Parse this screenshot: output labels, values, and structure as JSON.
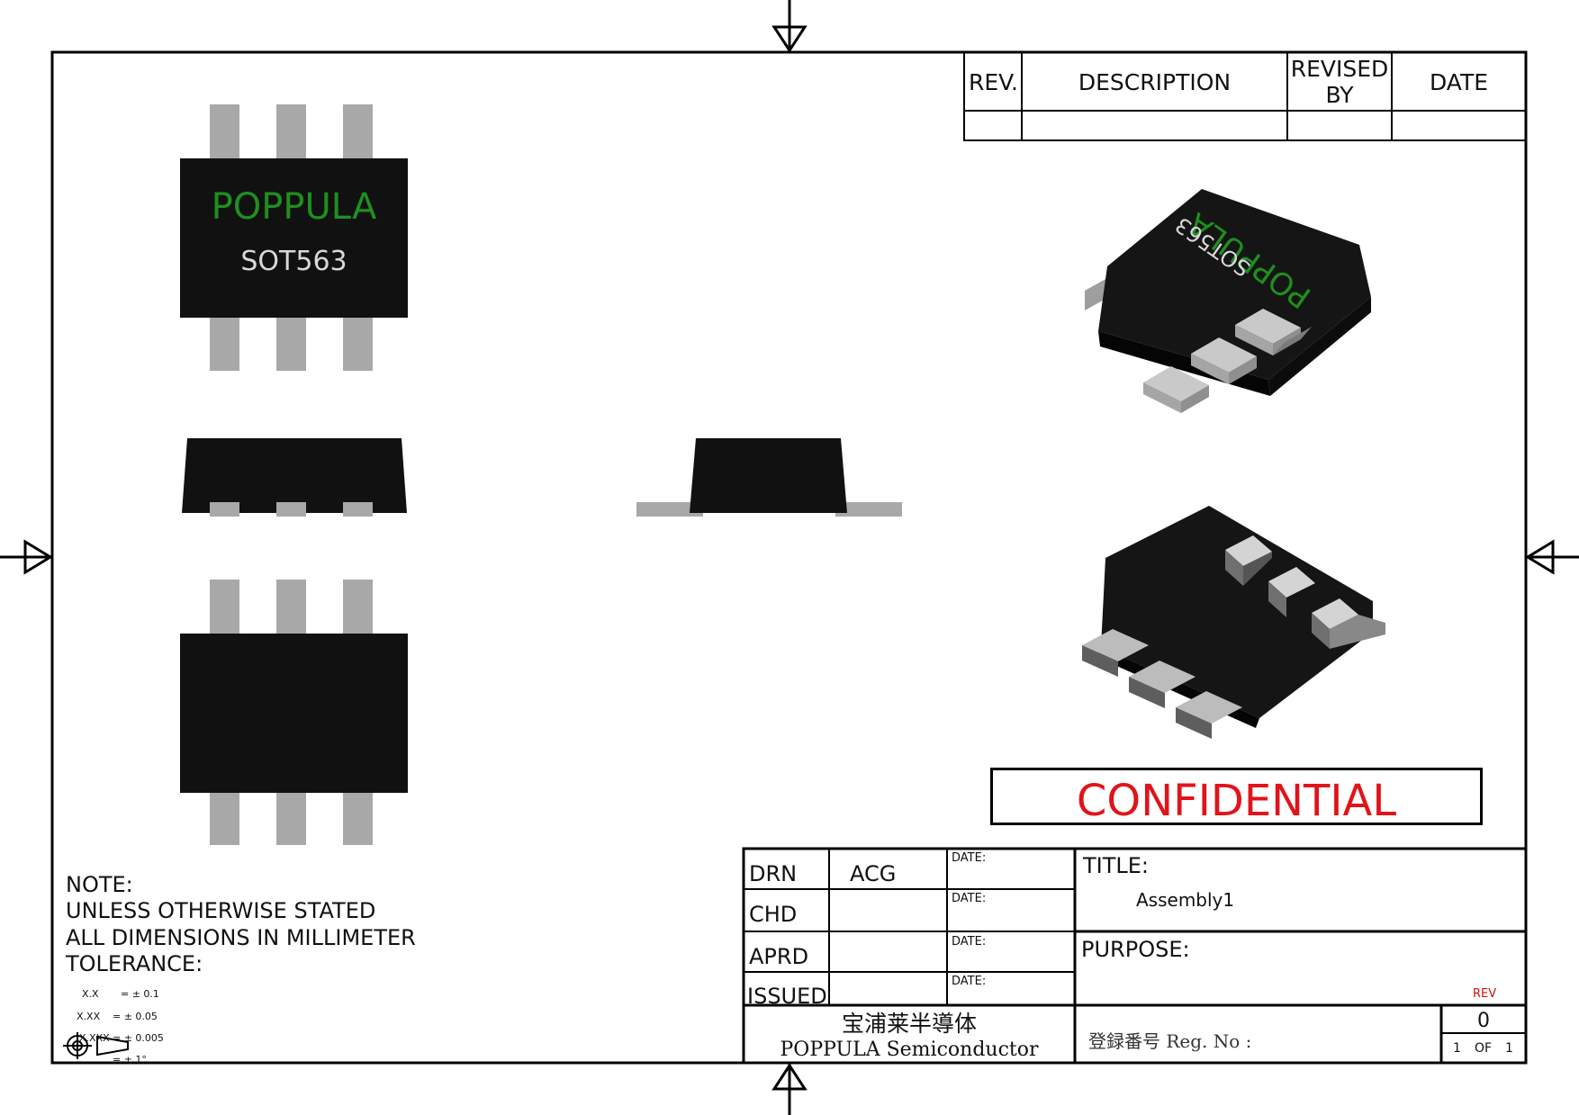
{
  "revision_table": {
    "rev_header": "REV.",
    "description_header": "DESCRIPTION",
    "revised_by_header_line1": "REVISED",
    "revised_by_header_line2": "BY",
    "date_header": "DATE"
  },
  "component": {
    "brand_marking": "POPPULA",
    "part_marking": "SOT563",
    "marking_brand_color": "#1f8f1f",
    "marking_part_color": "#d8d8d8",
    "body_color": "#111111",
    "lead_color": "#a8a8a8"
  },
  "confidential": {
    "label": "CONFIDENTIAL",
    "color": "#e0141a"
  },
  "notes": {
    "line1": "NOTE:",
    "line2": "UNLESS OTHERWISE STATED",
    "line3": "ALL DIMENSIONS IN MILLIMETER",
    "line4": "TOLERANCE:",
    "tol1_key": "X.X",
    "tol1_val": "= ± 0.1",
    "tol2_key": "X.XX",
    "tol2_val": "= ± 0.05",
    "tol3_key": "X.XXX",
    "tol3_val": "= ± 0.005",
    "tol4_val": "= ± 1°"
  },
  "title_block": {
    "drn_label": "DRN",
    "drn_value": "ACG",
    "chd_label": "CHD",
    "aprd_label": "APRD",
    "issued_label": "ISSUED",
    "date_label": "DATE:",
    "title_label": "TITLE:",
    "title_value": "Assembly1",
    "purpose_label": "PURPOSE:",
    "rev_label": "REV",
    "rev_value": "0",
    "rev_label_color": "#d01010",
    "company_cn": "宝浦莱半導体",
    "company_en": "POPPULA Semiconductor",
    "reg_label": "登録番号  Reg. No :",
    "sheet_number": "1",
    "sheet_of": "OF",
    "sheet_total": "1"
  }
}
